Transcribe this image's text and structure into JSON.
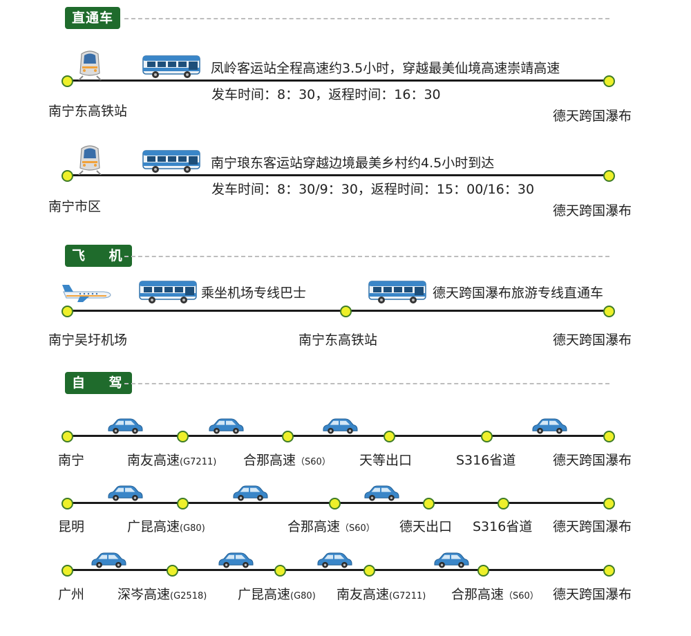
{
  "sections": {
    "direct": "直通车",
    "plane": "飞 机",
    "drive": "自 驾"
  },
  "direct_routes": [
    {
      "from": "南宁东高铁站",
      "to": "德天跨国瀑布",
      "desc": "凤岭客运站全程高速约3.5小时，穿越最美仙境高速崇靖高速",
      "times": "发车时间：8：30，返程时间：16：30"
    },
    {
      "from": "南宁市区",
      "to": "德天跨国瀑布",
      "desc": "南宁琅东客运站穿越边境最美乡村约4.5小时到达",
      "times": "发车时间：8：30/9：30，返程时间：15：00/16：30"
    }
  ],
  "plane_route": {
    "stops": [
      "南宁吴圩机场",
      "南宁东高铁站",
      "德天跨国瀑布"
    ],
    "leg1": "乘坐机场专线巴士",
    "leg2": "德天跨国瀑布旅游专线直通车"
  },
  "drive_routes": [
    {
      "stops": [
        {
          "name": "南宁",
          "code": ""
        },
        {
          "name": "南友高速",
          "code": "(G7211)"
        },
        {
          "name": "合那高速",
          "code": "（S60）"
        },
        {
          "name": "天等出口",
          "code": ""
        },
        {
          "name": "S316省道",
          "code": ""
        },
        {
          "name": "德天跨国瀑布",
          "code": ""
        }
      ]
    },
    {
      "stops": [
        {
          "name": "昆明",
          "code": ""
        },
        {
          "name": "广昆高速",
          "code": "(G80)"
        },
        {
          "name": "合那高速",
          "code": "（S60）"
        },
        {
          "name": "德天出口",
          "code": ""
        },
        {
          "name": "S316省道",
          "code": ""
        },
        {
          "name": "德天跨国瀑布",
          "code": ""
        }
      ]
    },
    {
      "stops": [
        {
          "name": "广州",
          "code": ""
        },
        {
          "name": "深岑高速",
          "code": "(G2518)"
        },
        {
          "name": "广昆高速",
          "code": "(G80)"
        },
        {
          "name": "南友高速",
          "code": "(G7211)"
        },
        {
          "name": "合那高速",
          "code": "（S60）"
        },
        {
          "name": "德天跨国瀑布",
          "code": ""
        }
      ]
    }
  ],
  "icons": {
    "train": "high-speed-train-icon",
    "bus": "bus-icon",
    "plane": "airplane-icon",
    "car": "car-icon"
  },
  "colors": {
    "badge": "#1f6b2c",
    "dot_fill": "#eef02a",
    "dot_border": "#3e7c27",
    "track": "#1a1a1a",
    "vehicle_blue": "#3a86c8"
  }
}
